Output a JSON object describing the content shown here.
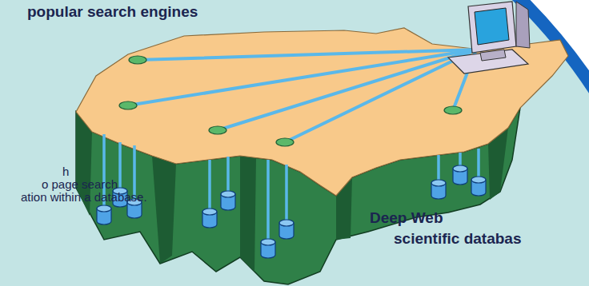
{
  "diagram": {
    "labels": [
      "popular search engines",
      "h",
      "o page search",
      "ation within a database.",
      "Deep Web",
      "scientific databas"
    ]
  }
}
